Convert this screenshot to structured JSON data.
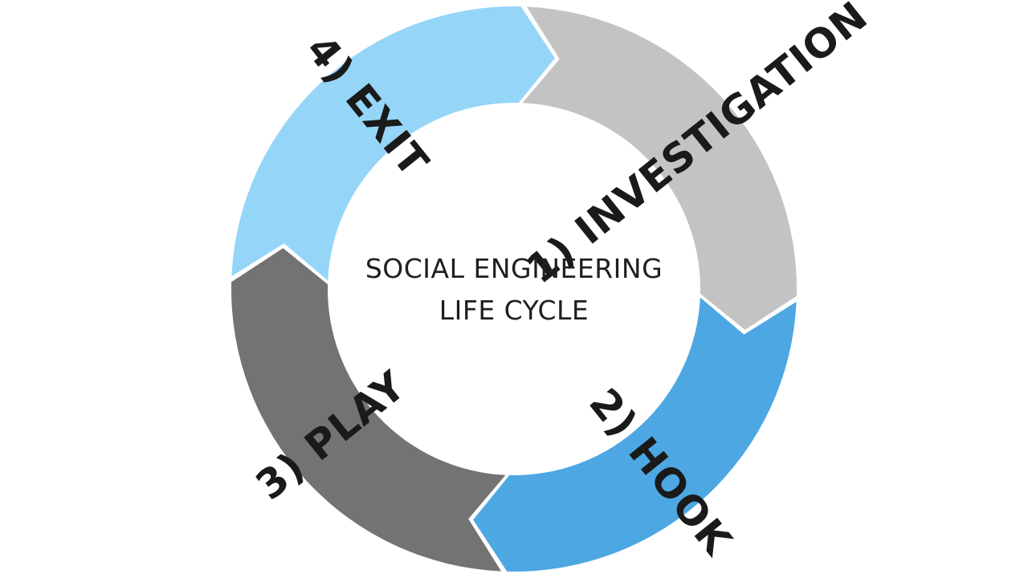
{
  "diagram": {
    "center_title": {
      "line1": "SOCIAL ENGINEERING",
      "line2": "LIFE CYCLE"
    },
    "stages": [
      {
        "label": "1) INVESTIGATION",
        "color": "#c2c3c2"
      },
      {
        "label": "2) HOOK",
        "color": "#4da7e3"
      },
      {
        "label": "3) PLAY",
        "color": "#737373"
      },
      {
        "label": "4) EXIT",
        "color": "#95d5f8"
      }
    ]
  }
}
